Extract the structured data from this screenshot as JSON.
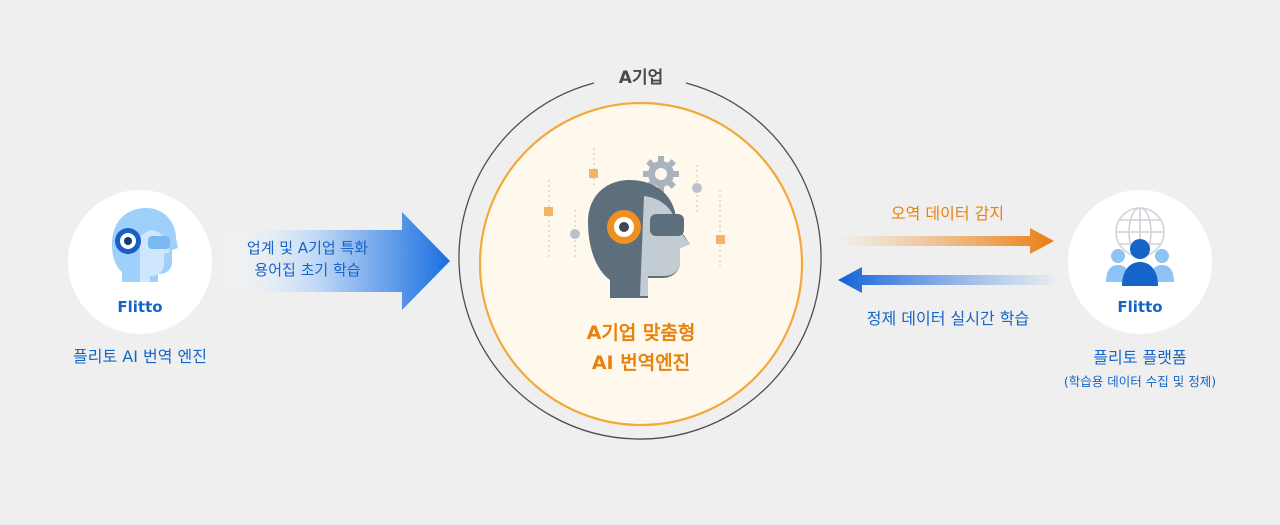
{
  "left_node": {
    "brand": "Flitto",
    "title": "플리토 AI 번역 엔진"
  },
  "left_arrow": {
    "line1": "업계 및 A기업 특화",
    "line2": "용어집 초기 학습"
  },
  "center": {
    "ring_label": "A기업",
    "line1": "A기업 맞춤형",
    "line2": "AI 번역엔진"
  },
  "right_arrows": {
    "top_label": "오역 데이터 감지",
    "bottom_label": "정제 데이터 실시간 학습"
  },
  "right_node": {
    "brand": "Flitto",
    "title": "플리토 플랫폼",
    "subtitle": "(학습용 데이터 수집 및 정제)"
  },
  "colors": {
    "blue": "#1565c8",
    "orange": "#e8820e",
    "light_blue": "#8fc2f5",
    "gray_ring": "#4a4a4a"
  },
  "icons": {
    "left": "ai-head-icon",
    "center": "robot-head-gear-icon",
    "right": "users-globe-icon"
  }
}
